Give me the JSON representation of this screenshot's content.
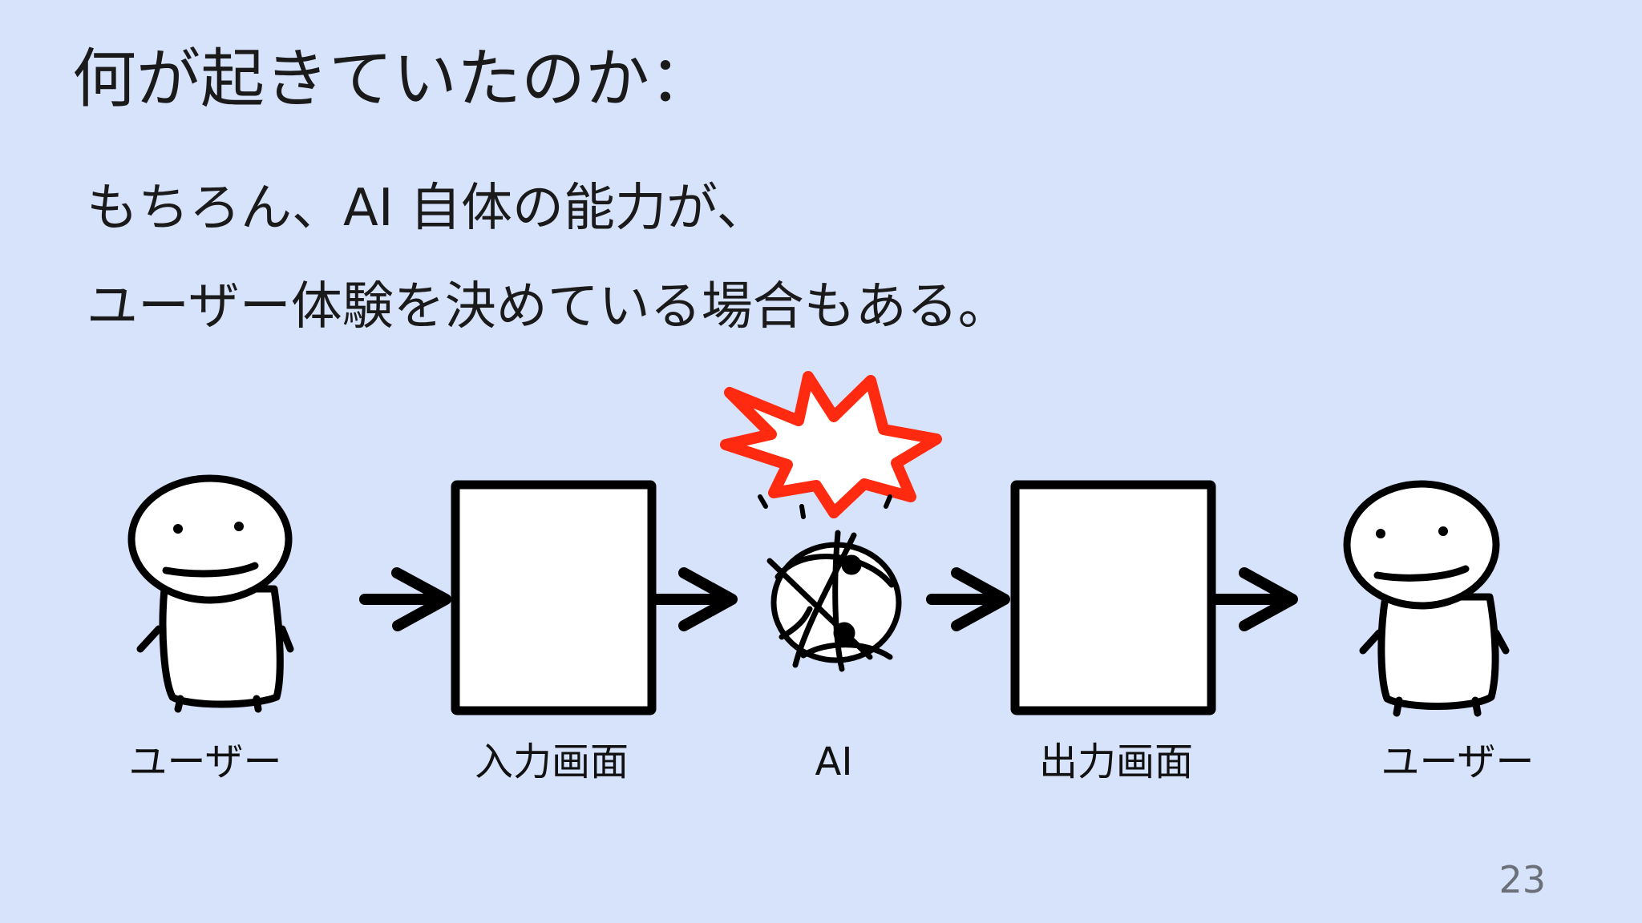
{
  "slide": {
    "title": "何が起きていたのか：",
    "lines": [
      "もちろん、AI 自体の能力が、",
      "ユーザー体験を決めている場合もある。"
    ],
    "page_number": "23"
  },
  "diagram": {
    "labels": {
      "user_left": "ユーザー",
      "input_screen": "入力画面",
      "ai": "AI",
      "output_screen": "出力画面",
      "user_right": "ユーザー"
    },
    "icons": {
      "user_left": "stick-figure-person",
      "input_screen": "blank-screen-box",
      "ai": "broken-ai-doodle",
      "burst": "red-explosion-burst",
      "output_screen": "blank-screen-box",
      "user_right": "stick-figure-person",
      "arrows": "right-arrow"
    },
    "colors": {
      "background": "#d7e3fb",
      "burst": "#ff2a10",
      "stroke": "#000000"
    }
  }
}
